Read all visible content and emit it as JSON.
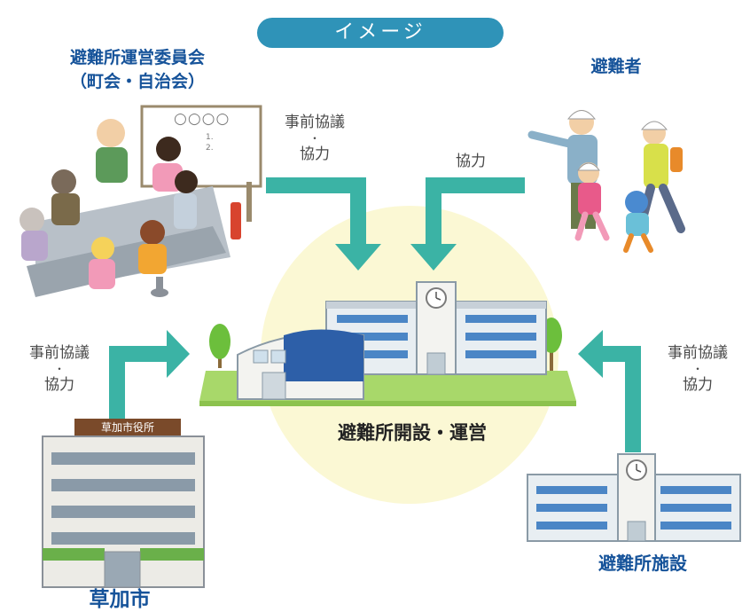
{
  "header": {
    "label": "イメージ"
  },
  "committee": {
    "title_line1": "避難所運営委員会",
    "title_line2": "（町会・自治会）"
  },
  "evacuees": {
    "title": "避難者"
  },
  "center": {
    "title": "避難所開設・運営"
  },
  "city": {
    "title": "草加市",
    "sign": "草加市役所"
  },
  "facility": {
    "title": "避難所施設"
  },
  "arrow_labels": {
    "committee": {
      "line1": "事前協議",
      "dot": "・",
      "line2": "協力"
    },
    "evacuees": {
      "line1": "協力"
    },
    "city": {
      "line1": "事前協議",
      "dot": "・",
      "line2": "協力"
    },
    "facility": {
      "line1": "事前協議",
      "dot": "・",
      "line2": "協力"
    }
  },
  "board": {
    "circles": "○○○○",
    "line1": "1.",
    "line2": "2."
  },
  "colors": {
    "arrow": "#3bb3a5",
    "pill": "#2f93b8",
    "title_blue": "#16539a",
    "glow": "#fbf8d4"
  }
}
